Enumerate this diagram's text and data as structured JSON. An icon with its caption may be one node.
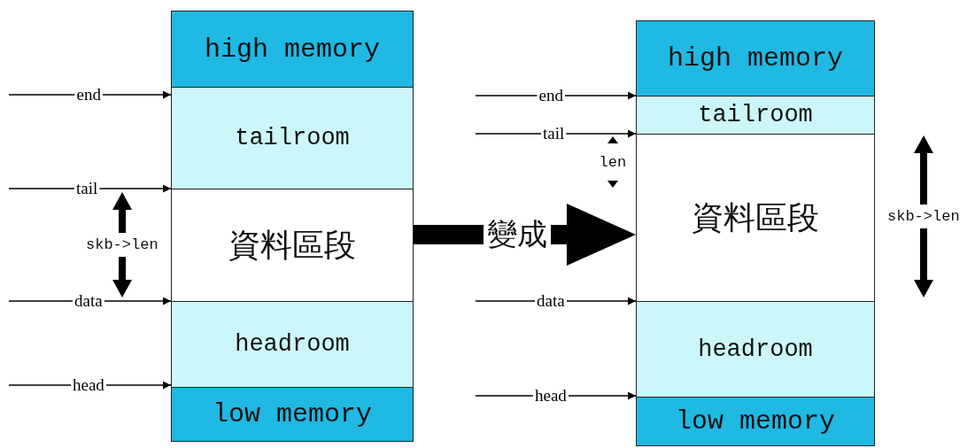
{
  "diagram": {
    "nodes": [
      {
        "text": [
          "high memory"
        ]
      },
      {
        "text": [
          "tailroom"
        ]
      },
      {
        "text": [
          "資料區段"
        ]
      },
      {
        "text": [
          "headroom"
        ]
      },
      {
        "text": [
          "low memory"
        ]
      },
      {
        "text": [
          "high memory"
        ]
      },
      {
        "text": [
          "tailroom"
        ]
      },
      {
        "text": [
          "資料區段"
        ]
      },
      {
        "text": [
          "headroom"
        ]
      },
      {
        "text": [
          "low memory"
        ]
      },
      {
        "text": [
          "end"
        ]
      },
      {
        "text": [
          "tail"
        ]
      },
      {
        "text": [
          "data"
        ]
      },
      {
        "text": [
          "head"
        ]
      },
      {
        "text": [
          "end"
        ]
      },
      {
        "text": [
          "tail"
        ]
      },
      {
        "text": [
          "data"
        ]
      },
      {
        "text": [
          "head"
        ]
      }
    ],
    "edges": [
      {
        "from": null,
        "to": 10,
        "arrow": "none"
      },
      {
        "from": 10,
        "to": 1,
        "arrow": "to"
      },
      {
        "from": null,
        "to": 11,
        "arrow": "none"
      },
      {
        "from": 11,
        "to": 2,
        "arrow": "to"
      },
      {
        "from": null,
        "to": 12,
        "arrow": "none"
      },
      {
        "from": 12,
        "to": 3,
        "arrow": "to"
      },
      {
        "from": null,
        "to": 13,
        "arrow": "none"
      },
      {
        "from": 13,
        "to": 4,
        "arrow": "to"
      },
      {
        "from": null,
        "to": 14,
        "arrow": "none"
      },
      {
        "from": 14,
        "to": 6,
        "arrow": "to"
      },
      {
        "from": null,
        "to": 15,
        "arrow": "none"
      },
      {
        "from": 15,
        "to": 7,
        "arrow": "to"
      },
      {
        "from": null,
        "to": 16,
        "arrow": "none"
      },
      {
        "from": 16,
        "to": 8,
        "arrow": "to"
      },
      {
        "from": null,
        "to": 17,
        "arrow": "none"
      },
      {
        "from": 17,
        "to": 9,
        "arrow": "to"
      },
      {
        "from": 2,
        "to": 7,
        "arrow": "to",
        "label": "變成",
        "style": "thick"
      }
    ],
    "labels": [
      "skb->len",
      "len",
      "skb->len"
    ]
  }
}
